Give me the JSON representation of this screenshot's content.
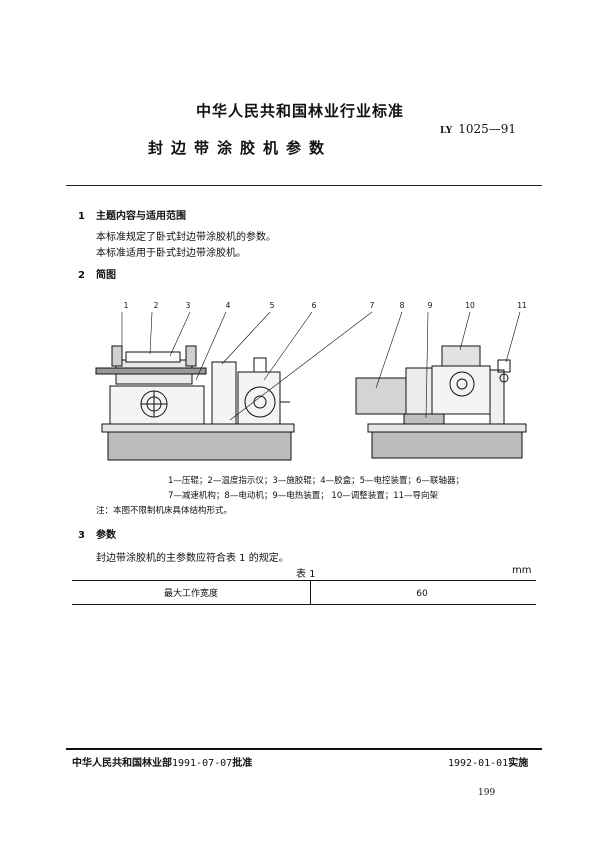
{
  "header": {
    "org_title": "中华人民共和国林业行业标准",
    "std_prefix": "LY",
    "std_number": "1025—91",
    "doc_title": "封边带涂胶机参数"
  },
  "sections": [
    {
      "num": "1",
      "title": "主题内容与适用范围"
    },
    {
      "num": "2",
      "title": "简图"
    },
    {
      "num": "3",
      "title": "参数"
    }
  ],
  "section1": {
    "p1": "本标准规定了卧式封边带涂胶机的参数。",
    "p2": "本标准适用于卧式封边带涂胶机。"
  },
  "figure": {
    "callouts": [
      "1",
      "2",
      "3",
      "4",
      "5",
      "6",
      "7",
      "8",
      "9",
      "10",
      "11"
    ],
    "legend_line1": "1—压辊；2—温度指示仪；3—施胶辊；4—胶盒；5—电控装置；6—联轴器；",
    "legend_line2": "7—减速机构；8—电动机；9—电热装置； 10—调整装置；11—导向架",
    "note": "注：本图不限制机床具体结构形式。"
  },
  "section3": {
    "intro": "封边带涂胶机的主参数应符合表 1 的规定。",
    "table_title": "表 1",
    "table_unit": "mm",
    "row_label": "最大工作宽度",
    "row_value": "60"
  },
  "footer": {
    "issuer": "中华人民共和国林业部",
    "approve_date": "1991-07-07",
    "approve_label": "批准",
    "impl_date": "1992-01-01",
    "impl_label": "实施",
    "page_number": "199"
  }
}
